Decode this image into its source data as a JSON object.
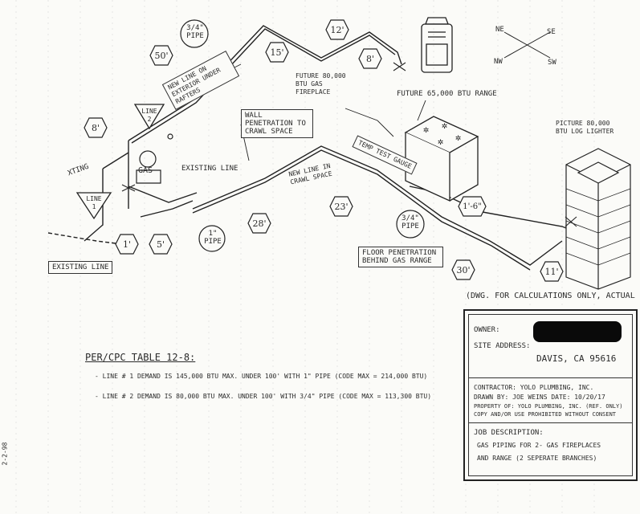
{
  "labels": {
    "pipe_3_4_top": "3/4\" PIPE",
    "new_line_exterior": "NEW LINE ON EXTERIOR UNDER RAFTERS",
    "line2": "LINE 2",
    "gas": "GAS",
    "existing_line_mid": "EXISTING LINE",
    "xting": "XTING",
    "line1": "LINE 1",
    "existing_line_bottom": "EXISTING LINE",
    "wall_penetration": "WALL PENETRATION TO CRAWL SPACE",
    "new_line_crawl": "NEW LINE IN CRAWL SPACE",
    "temp_test": "TEMP TEST GAUGE",
    "future_fireplace": "FUTURE 80,000 BTU GAS FIREPLACE",
    "future_range": "FUTURE 65,000 BTU RANGE",
    "picture_log": "PICTURE 80,000 BTU LOG LIGHTER",
    "pipe_1": "1\" PIPE",
    "pipe_3_4_bottom": "3/4\" PIPE",
    "floor_penetration": "FLOOR PENETRATION BEHIND GAS RANGE",
    "dwg_note": "(DWG. FOR CALCULATIONS ONLY, ACTUAL PATH T.",
    "compass_ne": "NE",
    "compass_se": "SE",
    "compass_nw": "NW",
    "compass_sw": "SW",
    "margin_text": "2-2-98"
  },
  "lengths": {
    "l50": "50'",
    "l15": "15'",
    "l12": "12'",
    "l8_top": "8'",
    "l8_left": "8'",
    "l1": "1'",
    "l5": "5'",
    "l28": "28'",
    "l23": "23'",
    "l16": "1'-6\"",
    "l30": "30'",
    "l11": "11'"
  },
  "table": {
    "title": "PER/CPC TABLE 12-8:",
    "line1": "- LINE # 1  DEMAND IS 145,000 BTU MAX. UNDER 100' WITH 1\" PIPE (CODE MAX = 214,000 BTU)",
    "line2": "- LINE # 2  DEMAND IS 80,000 BTU MAX. UNDER 100' WITH 3/4\" PIPE (CODE MAX = 113,300 BTU)"
  },
  "title_block": {
    "owner_label": "OWNER:",
    "site_label": "SITE ADDRESS:",
    "site_value": "DAVIS, CA  95616",
    "contractor": "CONTRACTOR: YOLO PLUMBING, INC.",
    "drawn_by": "DRAWN BY: JOE WEINS  DATE: 10/20/17",
    "property": "PROPERTY OF: YOLO PLUMBING, INC. (REF. ONLY)",
    "copy": "COPY AND/OR USE PROHIBITED WITHOUT CONSENT",
    "job_label": "JOB DESCRIPTION:",
    "job1": "GAS PIPING FOR  2- GAS FIREPLACES",
    "job2": "AND RANGE (2 SEPERATE BRANCHES)"
  }
}
